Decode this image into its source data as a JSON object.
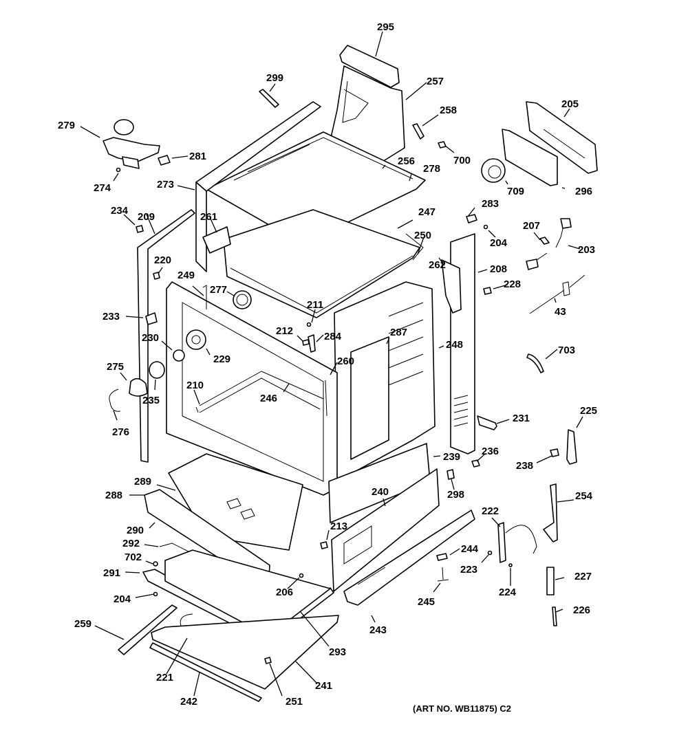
{
  "diagram": {
    "title": "Gas range body parts exploded view",
    "art_number_caption": "(ART NO. WB11875) C2",
    "callouts": [
      {
        "id": "c295",
        "label": "295"
      },
      {
        "id": "c299",
        "label": "299"
      },
      {
        "id": "c257",
        "label": "257"
      },
      {
        "id": "c258",
        "label": "258"
      },
      {
        "id": "c205",
        "label": "205"
      },
      {
        "id": "c279",
        "label": "279"
      },
      {
        "id": "c281",
        "label": "281"
      },
      {
        "id": "c700",
        "label": "700"
      },
      {
        "id": "c256",
        "label": "256"
      },
      {
        "id": "c278",
        "label": "278"
      },
      {
        "id": "c274",
        "label": "274"
      },
      {
        "id": "c273",
        "label": "273"
      },
      {
        "id": "c709",
        "label": "709"
      },
      {
        "id": "c296",
        "label": "296"
      },
      {
        "id": "c234",
        "label": "234"
      },
      {
        "id": "c209",
        "label": "209"
      },
      {
        "id": "c283",
        "label": "283"
      },
      {
        "id": "c261",
        "label": "261"
      },
      {
        "id": "c247",
        "label": "247"
      },
      {
        "id": "c207",
        "label": "207"
      },
      {
        "id": "c250",
        "label": "250"
      },
      {
        "id": "c204a",
        "label": "204"
      },
      {
        "id": "c203",
        "label": "203"
      },
      {
        "id": "c220",
        "label": "220"
      },
      {
        "id": "c262",
        "label": "262"
      },
      {
        "id": "c208",
        "label": "208"
      },
      {
        "id": "c249",
        "label": "249"
      },
      {
        "id": "c228",
        "label": "228"
      },
      {
        "id": "c277",
        "label": "277"
      },
      {
        "id": "c211",
        "label": "211"
      },
      {
        "id": "c43",
        "label": "43"
      },
      {
        "id": "c233",
        "label": "233"
      },
      {
        "id": "c212",
        "label": "212"
      },
      {
        "id": "c284",
        "label": "284"
      },
      {
        "id": "c287",
        "label": "287"
      },
      {
        "id": "c230",
        "label": "230"
      },
      {
        "id": "c248",
        "label": "248"
      },
      {
        "id": "c229",
        "label": "229"
      },
      {
        "id": "c703",
        "label": "703"
      },
      {
        "id": "c260",
        "label": "260"
      },
      {
        "id": "c275",
        "label": "275"
      },
      {
        "id": "c210",
        "label": "210"
      },
      {
        "id": "c235",
        "label": "235"
      },
      {
        "id": "c246",
        "label": "246"
      },
      {
        "id": "c225",
        "label": "225"
      },
      {
        "id": "c231",
        "label": "231"
      },
      {
        "id": "c276",
        "label": "276"
      },
      {
        "id": "c236",
        "label": "236"
      },
      {
        "id": "c239",
        "label": "239"
      },
      {
        "id": "c238",
        "label": "238"
      },
      {
        "id": "c298",
        "label": "298"
      },
      {
        "id": "c289",
        "label": "289"
      },
      {
        "id": "c254",
        "label": "254"
      },
      {
        "id": "c288",
        "label": "288"
      },
      {
        "id": "c240",
        "label": "240"
      },
      {
        "id": "c222",
        "label": "222"
      },
      {
        "id": "c290",
        "label": "290"
      },
      {
        "id": "c213",
        "label": "213"
      },
      {
        "id": "c292",
        "label": "292"
      },
      {
        "id": "c244",
        "label": "244"
      },
      {
        "id": "c702",
        "label": "702"
      },
      {
        "id": "c223",
        "label": "223"
      },
      {
        "id": "c227",
        "label": "227"
      },
      {
        "id": "c291",
        "label": "291"
      },
      {
        "id": "c206",
        "label": "206"
      },
      {
        "id": "c224",
        "label": "224"
      },
      {
        "id": "c204b",
        "label": "204"
      },
      {
        "id": "c245",
        "label": "245"
      },
      {
        "id": "c226",
        "label": "226"
      },
      {
        "id": "c259",
        "label": "259"
      },
      {
        "id": "c243",
        "label": "243"
      },
      {
        "id": "c293",
        "label": "293"
      },
      {
        "id": "c221",
        "label": "221"
      },
      {
        "id": "c241",
        "label": "241"
      },
      {
        "id": "c242",
        "label": "242"
      },
      {
        "id": "c251",
        "label": "251"
      }
    ]
  }
}
